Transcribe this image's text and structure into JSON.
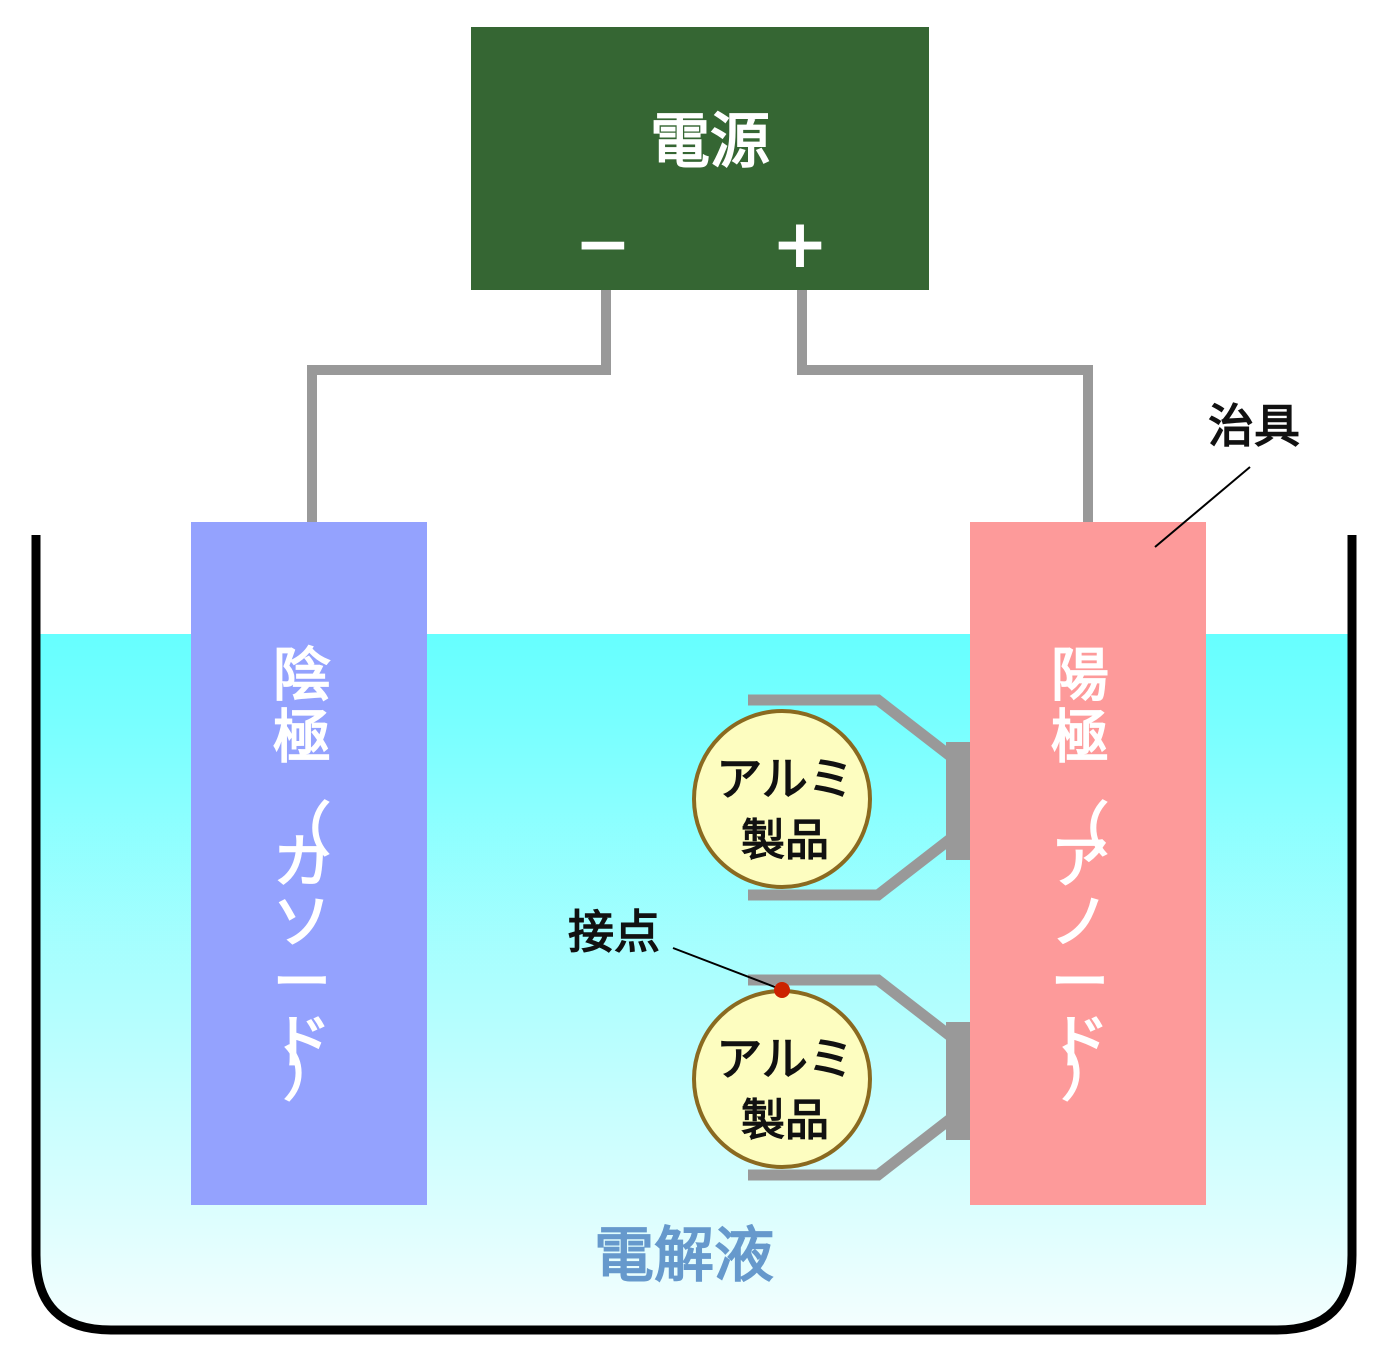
{
  "power_supply": {
    "label": "電源",
    "minus_symbol": "−",
    "plus_symbol": "+",
    "color": "#356633"
  },
  "cathode": {
    "label_lines": [
      "陰",
      "極",
      "（",
      "カ",
      "ソ",
      "ー",
      "ド",
      "）"
    ],
    "color": "#94a2fe"
  },
  "anode": {
    "label_lines": [
      "陽",
      "極",
      "（",
      "ア",
      "ノ",
      "ー",
      "ド",
      "）"
    ],
    "color": "#fd9a9a"
  },
  "products": [
    {
      "line1": "アルミ",
      "line2": "製品"
    },
    {
      "line1": "アルミ",
      "line2": "製品"
    }
  ],
  "jig_label": "治具",
  "contact_label": "接点",
  "electrolyte_label": "電解液",
  "colors": {
    "wire": "#999999",
    "jig": "#999999",
    "contact_point": "#cc2200",
    "product_fill": "#fdfdc0",
    "product_border": "#8a6a20",
    "tank_outline": "#000000",
    "electrolyte_top": "#66ffff",
    "electrolyte_bottom": "#f4fefe"
  }
}
